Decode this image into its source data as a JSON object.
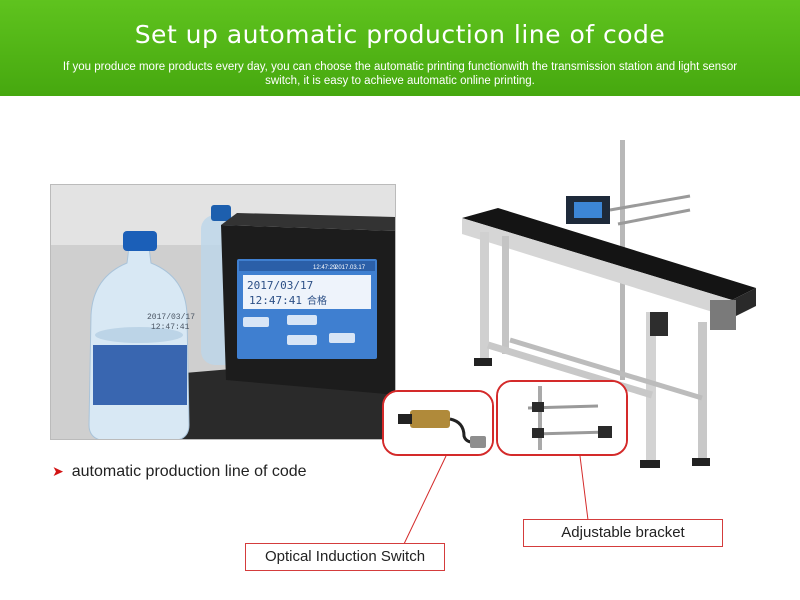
{
  "banner": {
    "title": "Set up automatic production line of code",
    "subtitle": "If you produce more products every day, you can choose the automatic printing functionwith the transmission station and light sensor switch, it is easy to achieve automatic online printing."
  },
  "printer_screen": {
    "date": "2017/03/17",
    "time": "12:47:41",
    "status_time": "12:47:29",
    "status_date": "2017.03.17",
    "pass_text": "合格"
  },
  "bottle_print": {
    "date": "2017/03/17",
    "time": "12:47:41"
  },
  "caption": {
    "arrow": "➤",
    "text": "automatic production line of code"
  },
  "labels": {
    "bracket": "Adjustable bracket",
    "switch": "Optical Induction Switch"
  },
  "colors": {
    "banner_green": "#4fb616",
    "callout_red": "#d42a2a"
  }
}
